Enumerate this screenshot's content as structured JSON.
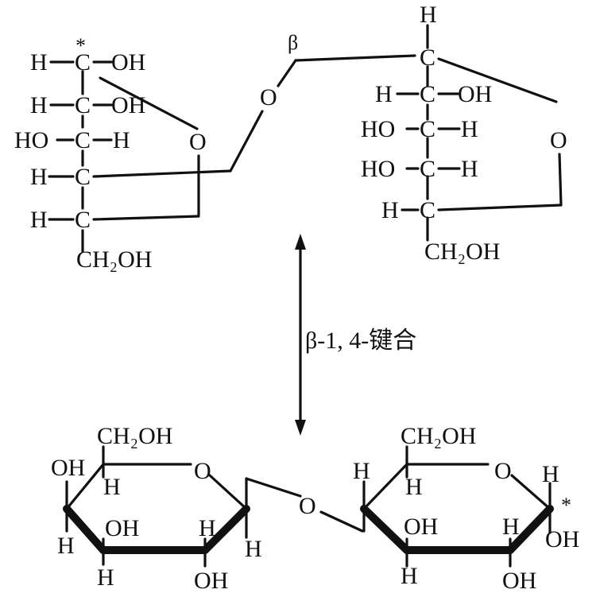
{
  "labels": {
    "H": "H",
    "C": "C",
    "O": "O",
    "OH": "OH",
    "HO": "HO",
    "CH2OH": "CH₂OH",
    "beta": "β",
    "star": "*",
    "linkage_caption": "β-1, 4-键合"
  }
}
